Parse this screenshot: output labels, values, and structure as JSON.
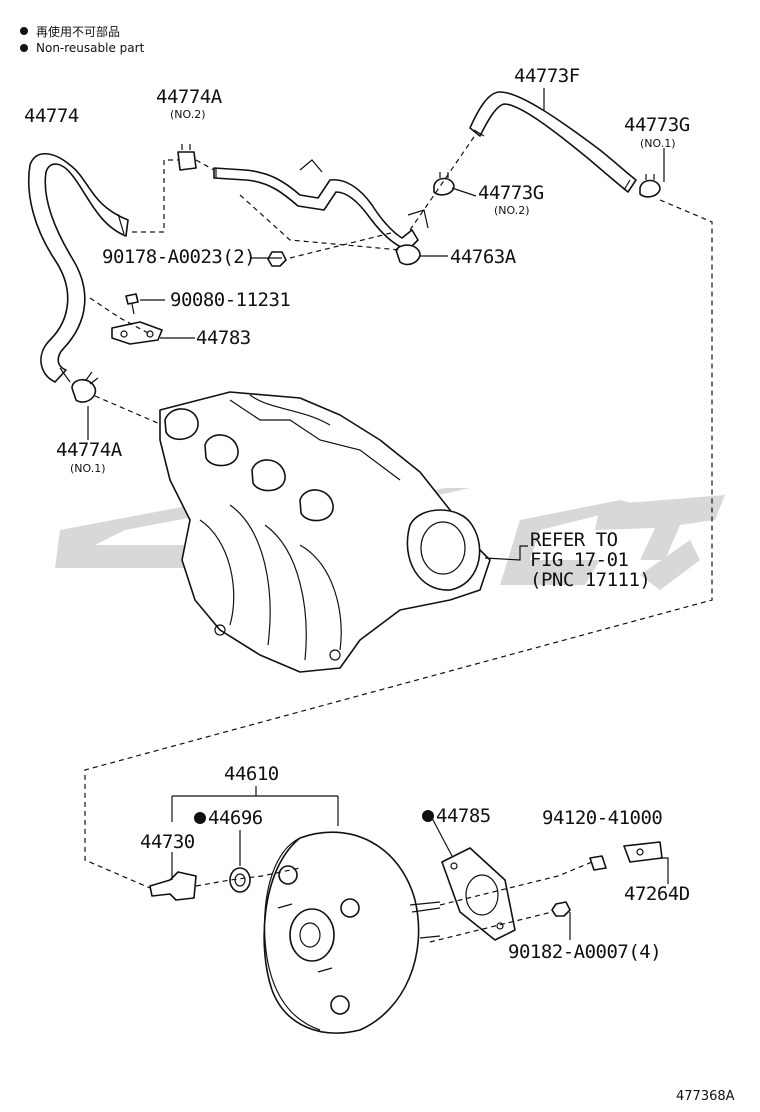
{
  "legend": {
    "line1": "再使用不可部品",
    "line2": "Non-reusable part"
  },
  "labels": {
    "p44774": "44774",
    "p44774A_top": "44774A",
    "p44774A_top_sub": "(NO.2)",
    "p44773F": "44773F",
    "p44773G_right": "44773G",
    "p44773G_right_sub": "(NO.1)",
    "p44773G_mid": "44773G",
    "p44773G_mid_sub": "(NO.2)",
    "p90178": "90178-A0023(2)",
    "p44763A": "44763A",
    "p90080": "90080-11231",
    "p44783": "44783",
    "p44774A_bot": "44774A",
    "p44774A_bot_sub": "(NO.1)",
    "refer1": "REFER TO",
    "refer2": "FIG 17-01",
    "refer3": "(PNC 17111)",
    "p44610": "44610",
    "p44696": "44696",
    "p44730": "44730",
    "p44785": "44785",
    "p94120": "94120-41000",
    "p47264D": "47264D",
    "p90182": "90182-A0007(4)",
    "figure_id": "477368A"
  },
  "icons": {
    "bullet": "filled-circle-icon",
    "watermark": "brand-watermark"
  }
}
